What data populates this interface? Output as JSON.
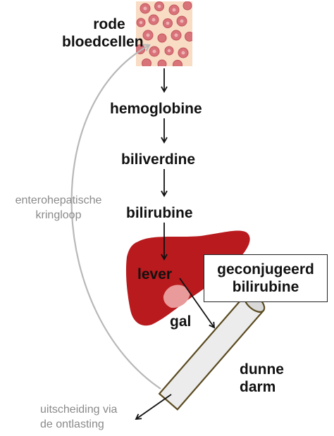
{
  "labels": {
    "red_blood_cells": [
      "rode",
      "bloedcellen"
    ],
    "hemoglobin": "hemoglobine",
    "biliverdin": "biliverdine",
    "bilirubin": "bilirubine",
    "liver": "lever",
    "conjugated": [
      "geconjugeerd",
      "bilirubine"
    ],
    "bile": "gal",
    "small_intestine": [
      "dunne",
      "darm"
    ],
    "enterohepatic": [
      "enterohepatische",
      "kringloop"
    ],
    "excretion": [
      "uitscheiding via",
      "de ontlasting"
    ]
  },
  "colors": {
    "liver": "#b81a1d",
    "gallbladder": "#e99a9a",
    "cell_bg": "#f8dcc4",
    "cell": "#d8737a",
    "intestine_stroke": "#5a4a1f",
    "cycle_arrow": "#b8b8b8"
  },
  "icons": [
    "red-blood-cells-icon",
    "liver-icon",
    "gallbladder-icon",
    "intestine-icon"
  ]
}
